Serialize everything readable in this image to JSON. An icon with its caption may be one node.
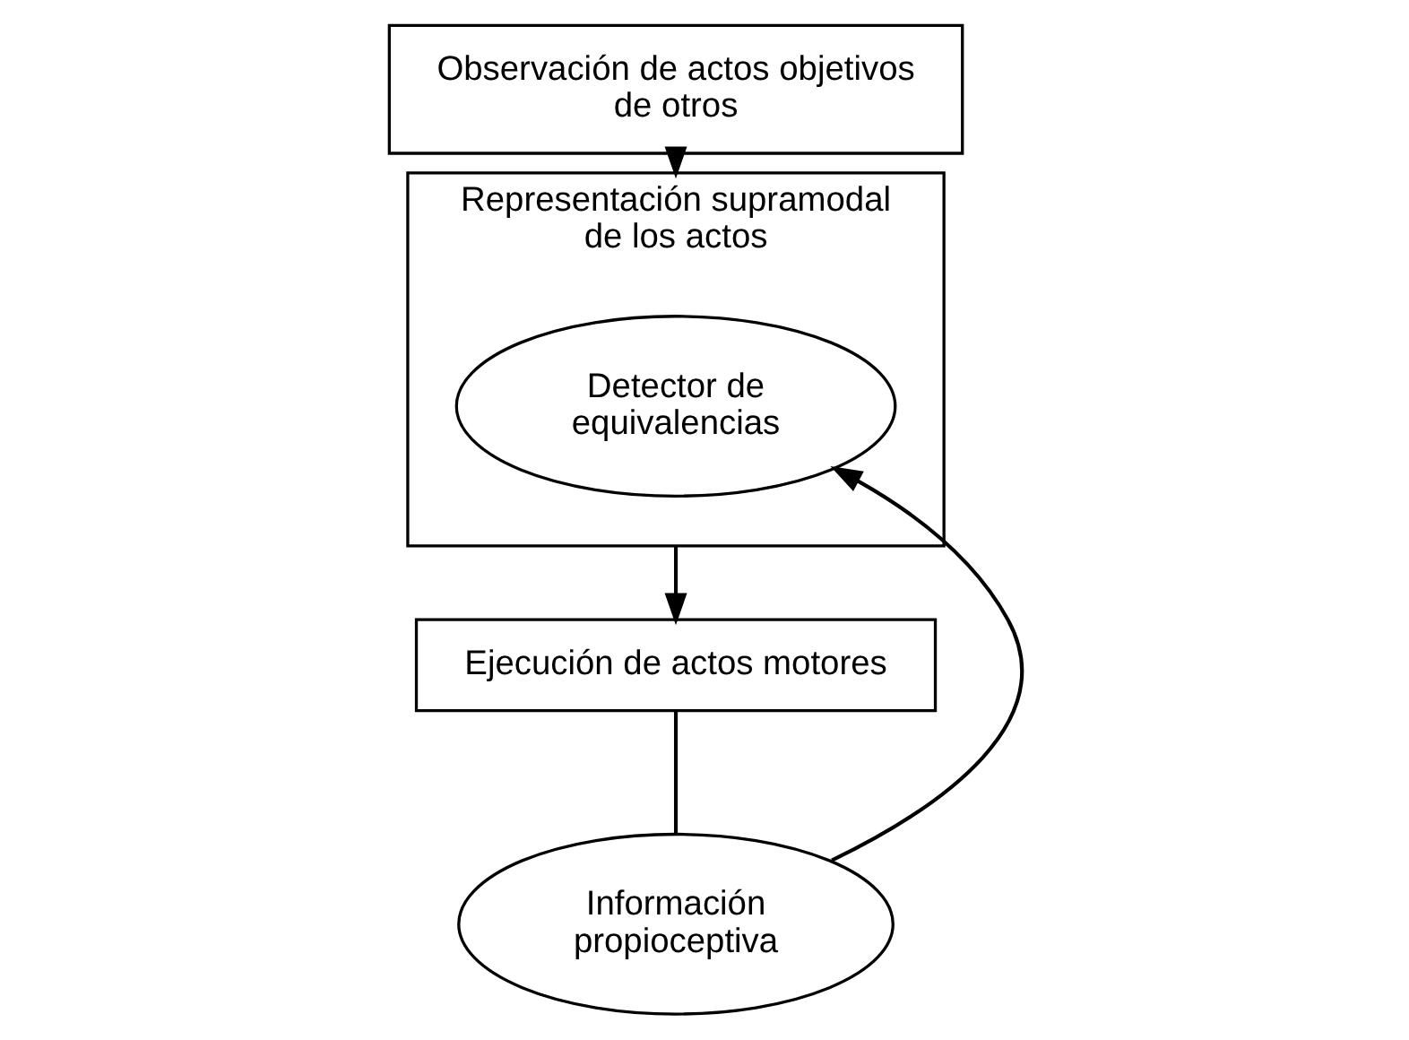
{
  "diagram": {
    "nodes": [
      {
        "text": [
          "Observación de actos objetivos de otros"
        ]
      },
      {
        "text": [
          "Representación supramodal de los actos"
        ]
      },
      {
        "text": [
          "Detector de equivalencias"
        ],
        "in": 1
      },
      {
        "text": [
          "Ejecución de actos motores"
        ]
      },
      {
        "text": [
          "Información propioceptiva"
        ]
      }
    ],
    "edges": [
      {
        "from": 0,
        "to": 1,
        "arrow": "to"
      },
      {
        "from": 1,
        "to": 3,
        "arrow": "to"
      },
      {
        "from": 3,
        "to": 4,
        "arrow": "none"
      },
      {
        "from": 4,
        "to": 2,
        "arrow": "to"
      }
    ]
  }
}
